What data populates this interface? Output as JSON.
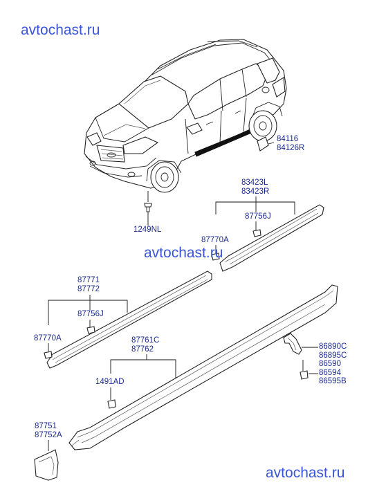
{
  "watermarks": {
    "top": "avtochast.ru",
    "middle": "avtochast.ru",
    "bottom": "avtochast.ru"
  },
  "callouts": {
    "c84116": "84116",
    "c84126r": "84126R",
    "c1249nl": "1249NL",
    "c83423l": "83423L",
    "c83423r": "83423R",
    "c87756j_a": "87756J",
    "c87770a_a": "87770A",
    "c87771": "87771",
    "c87772": "87772",
    "c87756j_b": "87756J",
    "c87770a_b": "87770A",
    "c87761c": "87761C",
    "c87762": "87762",
    "c1491ad": "1491AD",
    "c86890c": "86890C",
    "c86895c": "86895C",
    "c86590": "86590",
    "c86594": "86594",
    "c86595b": "86595B",
    "c87751": "87751",
    "c87752a": "87752A"
  }
}
